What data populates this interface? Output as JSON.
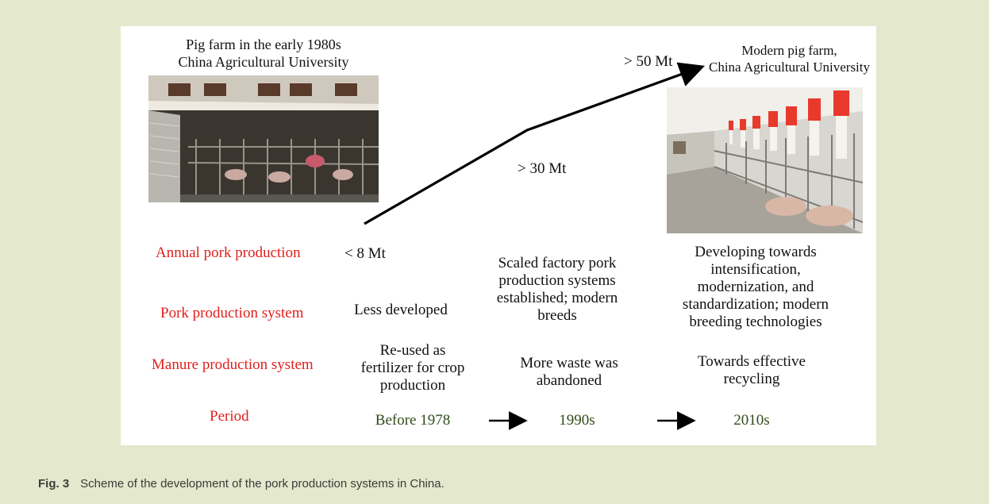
{
  "photos": {
    "old_farm": {
      "caption_line1": "Pig farm in the early 1980s",
      "caption_line2": "China Agricultural University",
      "icon": "old-pig-farm-photo"
    },
    "modern_farm": {
      "caption_line1": "Modern pig farm,",
      "caption_line2": "China Agricultural University",
      "icon": "modern-pig-farm-photo"
    }
  },
  "production_levels": {
    "low": "< 8 Mt",
    "mid": "> 30 Mt",
    "high": "> 50 Mt"
  },
  "row_labels": {
    "annual": "Annual pork production",
    "system": "Pork production system",
    "manure": "Manure production system",
    "period": "Period"
  },
  "columns": [
    {
      "period": "Before 1978",
      "system": [
        "Less developed"
      ],
      "manure": [
        "Re-used as",
        "fertilizer for crop",
        "production"
      ]
    },
    {
      "period": "1990s",
      "system": [
        "Scaled factory pork",
        "production systems",
        "established; modern",
        "breeds"
      ],
      "manure": [
        "More waste was",
        "abandoned"
      ]
    },
    {
      "period": "2010s",
      "system": [
        "Developing towards",
        "intensification,",
        "modernization, and",
        "standardization; modern",
        "breeding technologies"
      ],
      "manure": [
        "Towards effective",
        "recycling"
      ]
    }
  ],
  "caption": {
    "label": "Fig. 3",
    "text": "Scheme of the development of the pork production systems in China."
  },
  "colors": {
    "background": "#e4e8cd",
    "row_label": "#e0201d",
    "period": "#2f4c1a",
    "arrow": "#000000"
  }
}
